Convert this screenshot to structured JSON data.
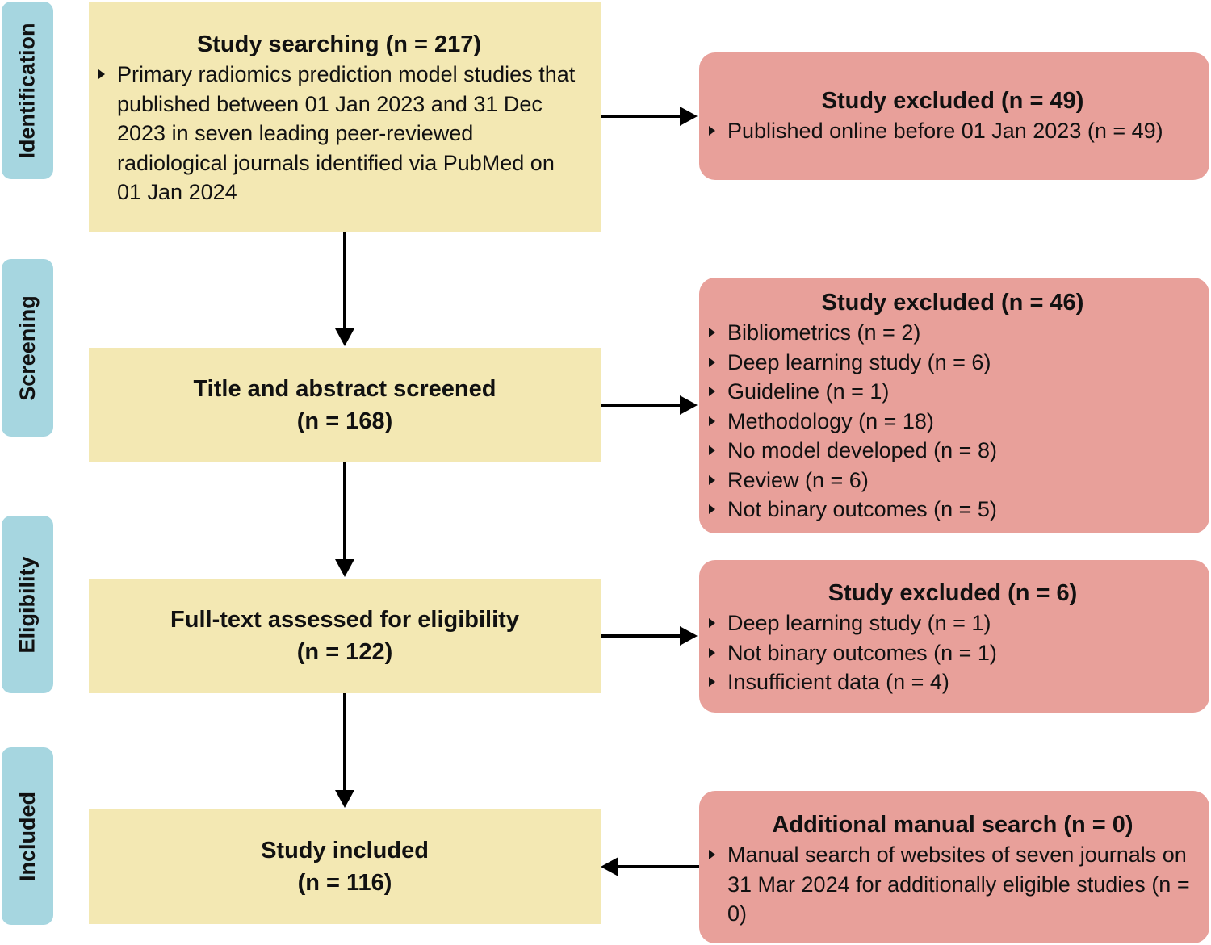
{
  "stages": {
    "identification": "Identification",
    "screening": "Screening",
    "eligibility": "Eligibility",
    "included": "Included"
  },
  "search_box": {
    "title": "Study searching (n = 217)",
    "bullet": "Primary radiomics prediction model studies that published between 01 Jan 2023 and 31 Dec 2023 in seven leading peer-reviewed radiological journals identified via PubMed on 01 Jan 2024"
  },
  "screen_box": {
    "title": "Title and abstract screened",
    "count": "(n = 168)"
  },
  "eligibility_box": {
    "title": "Full-text assessed for eligibility",
    "count": "(n = 122)"
  },
  "included_box": {
    "title": "Study included",
    "count": "(n = 116)"
  },
  "excluded_1": {
    "title": "Study excluded (n = 49)",
    "items": [
      "Published online before 01 Jan 2023 (n = 49)"
    ]
  },
  "excluded_2": {
    "title": "Study excluded (n = 46)",
    "items": [
      "Bibliometrics (n = 2)",
      "Deep learning study  (n = 6)",
      "Guideline (n = 1)",
      "Methodology (n = 18)",
      "No model developed (n = 8)",
      "Review (n = 6)",
      "Not binary outcomes (n = 5)"
    ]
  },
  "excluded_3": {
    "title": "Study excluded (n = 6)",
    "items": [
      "Deep learning study  (n = 1)",
      "Not binary outcomes (n = 1)",
      "Insufficient data (n = 4)"
    ]
  },
  "additional": {
    "title": "Additional manual search (n = 0)",
    "items": [
      "Manual search of websites of seven journals on 31 Mar 2024 for additionally eligible studies (n = 0)"
    ]
  },
  "colors": {
    "stage_label": "#a6d6e0",
    "main_box": "#f3e8b3",
    "excluded_box": "#e8a09a",
    "arrow": "#000000"
  }
}
